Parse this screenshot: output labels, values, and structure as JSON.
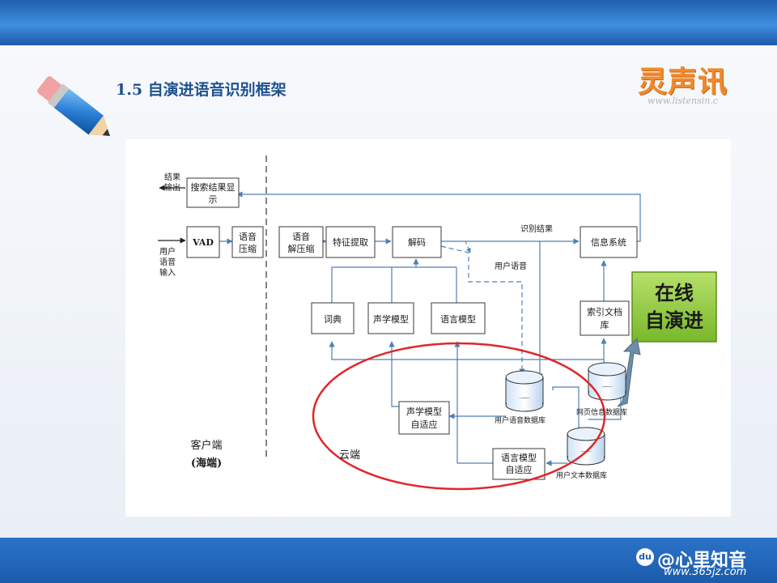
{
  "slide": {
    "title": "1.5 自演进语音识别框架",
    "logo_text": "灵声讯",
    "logo_url": "www.listensin.c"
  },
  "diagram": {
    "client_label_line1": "客户端",
    "client_label_line2": "(海端)",
    "cloud_label": "云端",
    "result_output_line1": "结果",
    "result_output_line2": "输出",
    "user_voice_input_line1": "用户",
    "user_voice_input_line2": "语音",
    "user_voice_input_line3": "输入",
    "search_display_line1": "搜索结果显",
    "search_display_line2": "示",
    "vad": "VAD",
    "compress_line1": "语音",
    "compress_line2": "压缩",
    "decompress_line1": "语音",
    "decompress_line2": "解压缩",
    "feature_extract": "特征提取",
    "decode": "解码",
    "info_system": "信息系统",
    "recog_result": "识别结果",
    "user_voice": "用户语音",
    "dictionary": "词典",
    "acoustic_model": "声学模型",
    "language_model": "语言模型",
    "index_doc_line1": "索引文档",
    "index_doc_line2": "库",
    "online_evolve_line1": "在线",
    "online_evolve_line2": "自演进",
    "acoustic_adapt_line1": "声学模型",
    "acoustic_adapt_line2": "自适应",
    "lang_adapt_line1": "语言模型",
    "lang_adapt_line2": "自适应",
    "user_voice_db": "用户语音数据库",
    "web_info_db": "网页信息数据库",
    "user_text_db": "用户文本数据库"
  },
  "footer": {
    "watermark": "@心里知音",
    "watermark_url": "www.365jz.com",
    "paw": "du"
  },
  "colors": {
    "box_border": "#3a3a3a",
    "arrow": "#4f7fb5",
    "ellipse": "#e0262b",
    "evolve_green": "#8dc63f",
    "evolve_text": "#1a1a1a"
  }
}
